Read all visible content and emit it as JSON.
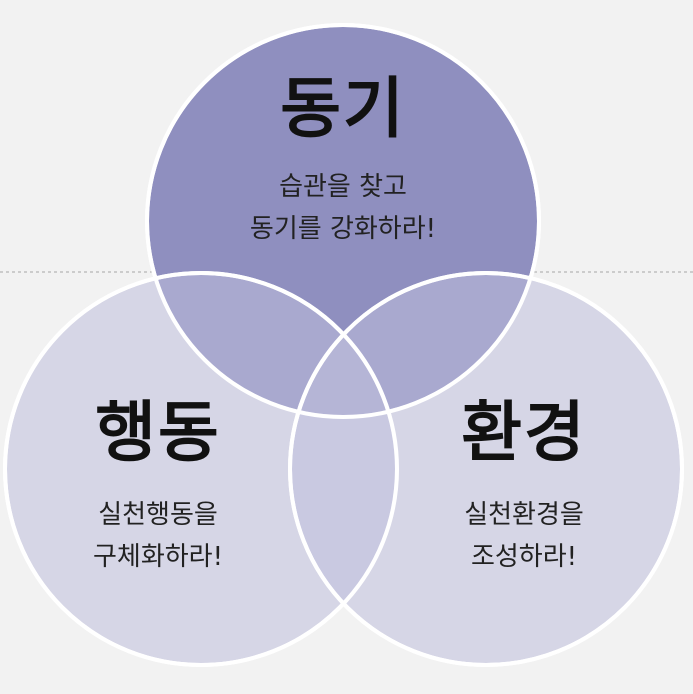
{
  "colors": {
    "background": "#f2f2f2",
    "top_circle": "#8f8fbf",
    "bottom_circles": "#c0bfdd",
    "outline": "#ffffff",
    "divider": "#a6a6a6"
  },
  "circles": {
    "motivation": {
      "title": "동기",
      "desc_line1": "습관을 찾고",
      "desc_line2": "동기를 강화하라!"
    },
    "action": {
      "title": "행동",
      "desc_line1": "실천행동을",
      "desc_line2": "구체화하라!"
    },
    "environment": {
      "title": "환경",
      "desc_line1": "실천환경을",
      "desc_line2": "조성하라!"
    }
  }
}
